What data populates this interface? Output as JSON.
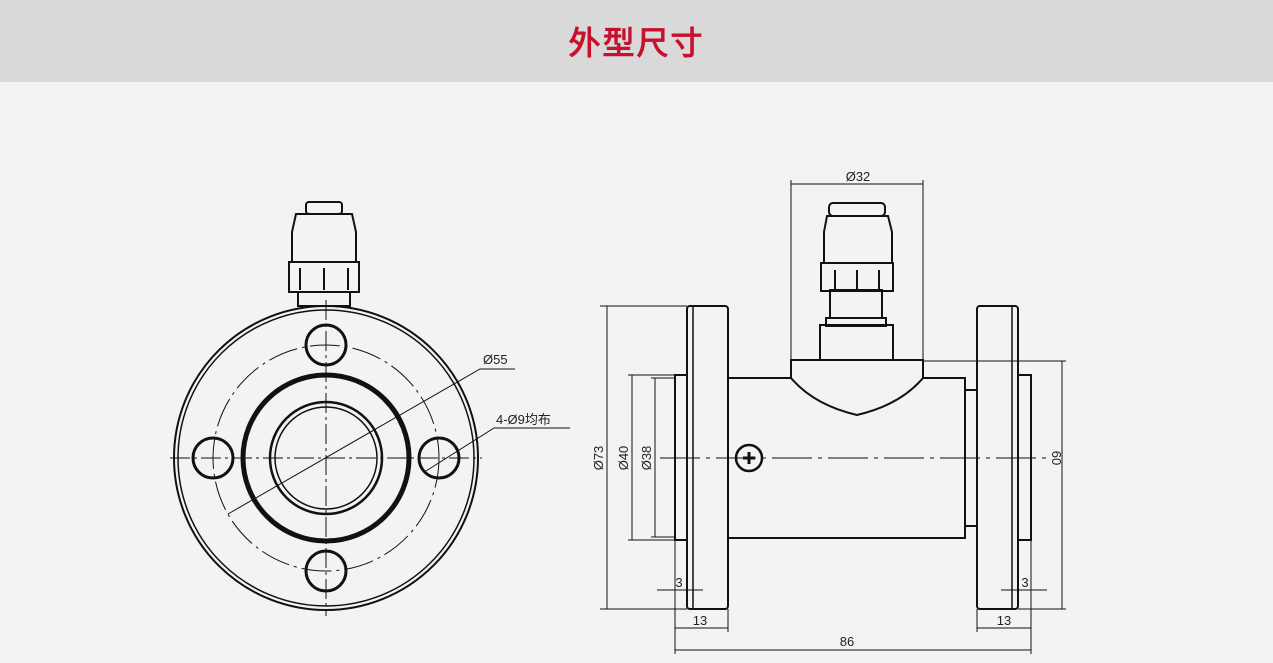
{
  "header": {
    "title": "外型尺寸",
    "title_color": "#c8102e"
  },
  "front_view": {
    "pitch_circle_label": "Ø55",
    "bolt_holes_label": "4-Ø9均布"
  },
  "side_view": {
    "connector_diameter_label": "Ø32",
    "flange_diameter_label": "Ø73",
    "spigot_outer_label": "Ø40",
    "spigot_inner_label": "Ø38",
    "height_label": "60",
    "left_spigot_len_label": "3",
    "right_spigot_len_label": "3",
    "left_flange_width_label": "13",
    "right_flange_width_label": "13",
    "overall_length_label": "86"
  }
}
